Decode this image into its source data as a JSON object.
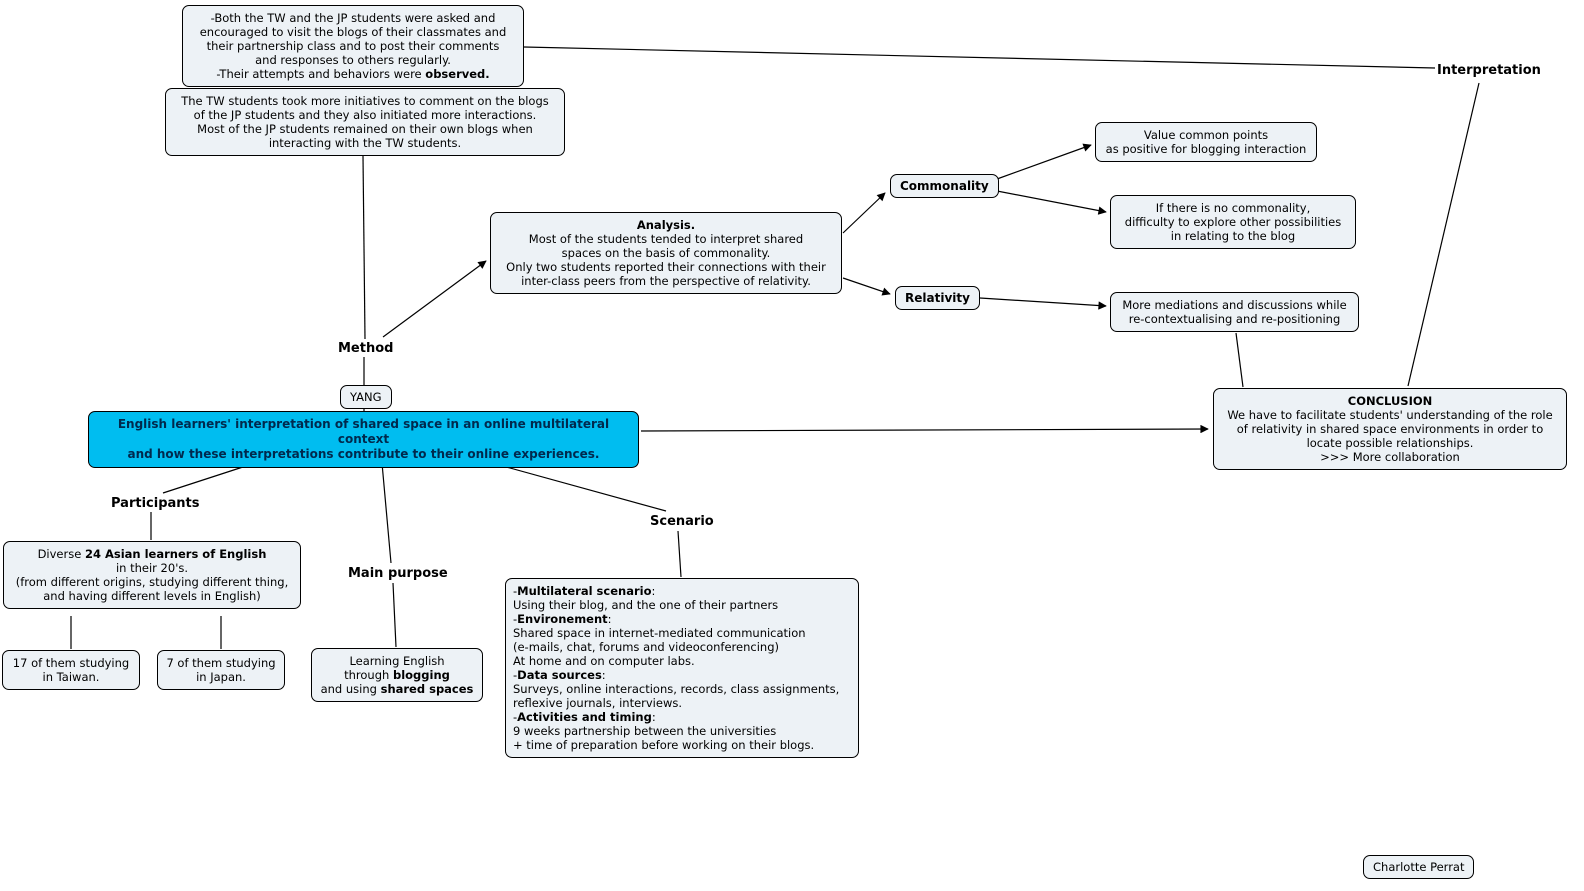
{
  "colors": {
    "highlight_fill": "#00bdf0",
    "node_fill": "#edf2f6",
    "border": "#000000",
    "highlight_text": "#00294d"
  },
  "labels": {
    "interpretation": "Interpretation",
    "method": "Method",
    "participants": "Participants",
    "main_purpose": "Main purpose",
    "scenario": "Scenario"
  },
  "nodes": {
    "observed_note": {
      "segments": [
        {
          "text": "-Both the TW and the JP students were asked and\nencouraged to visit the blogs of their classmates and\ntheir partnership class and to post their comments\nand responses to others regularly.\n-Their attempts and behaviors were "
        },
        {
          "text": "observed.",
          "bold": true
        }
      ]
    },
    "tw_jp_note": {
      "text": "The TW students took more initiatives to comment on the blogs\nof the JP students and they also initiated more interactions.\nMost of the JP students remained on their own blogs when\ninteracting with the TW students."
    },
    "value_common": {
      "text": "Value common points\nas positive for blogging interaction"
    },
    "commonality": {
      "label": "Commonality"
    },
    "no_commonality": {
      "text": "If there is no commonality,\ndifficulty to explore other possibilities\nin relating to the blog"
    },
    "analysis": {
      "segments": [
        {
          "text": "Analysis.",
          "bold": true
        },
        {
          "text": "\nMost of the students tended to interpret shared\nspaces on the basis of commonality.\nOnly two students reported their connections with their\ninter-class peers from the perspective of relativity."
        }
      ]
    },
    "relativity": {
      "label": "Relativity"
    },
    "mediations": {
      "text": "More mediations and discussions while\nre-contextualising and re-positioning"
    },
    "yang": {
      "label": "YANG"
    },
    "main_topic": {
      "text": "English learners' interpretation of shared space in an online multilateral context\nand how these interpretations contribute to their online experiences."
    },
    "conclusion": {
      "segments": [
        {
          "text": "CONCLUSION",
          "bold": true
        },
        {
          "text": "\nWe have to facilitate students' understanding of the role\nof relativity in shared space environments in order to\nlocate possible relationships.\n>>> More collaboration"
        }
      ]
    },
    "participants_detail": {
      "segments": [
        {
          "text": "Diverse "
        },
        {
          "text": "24 Asian learners of English",
          "bold": true
        },
        {
          "text": "\nin their 20's.\n(from different origins, studying different thing,\nand having different levels in English)"
        }
      ]
    },
    "taiwan": {
      "text": "17 of them studying\nin Taiwan."
    },
    "japan": {
      "text": "7 of them studying\nin Japan."
    },
    "purpose": {
      "segments": [
        {
          "text": "Learning English\nthrough "
        },
        {
          "text": "blogging",
          "bold": true
        },
        {
          "text": "\nand using "
        },
        {
          "text": "shared spaces",
          "bold": true
        }
      ]
    },
    "scenario_detail": {
      "segments": [
        {
          "text": "-"
        },
        {
          "text": "Multilateral scenario",
          "bold": true
        },
        {
          "text": ":\nUsing their blog, and the one of their partners\n-"
        },
        {
          "text": "Environement",
          "bold": true
        },
        {
          "text": ":\nShared space in internet-mediated communication\n(e-mails, chat, forums and videoconferencing)\nAt home and on computer labs.\n-"
        },
        {
          "text": "Data sources",
          "bold": true
        },
        {
          "text": ":\nSurveys, online interactions, records, class assignments,\nreflexive journals, interviews.\n-"
        },
        {
          "text": "Activities and timing",
          "bold": true
        },
        {
          "text": ":\n9 weeks partnership between the universities\n+ time of preparation before working on their blogs."
        }
      ]
    },
    "author": {
      "label": "Charlotte Perrat"
    }
  }
}
